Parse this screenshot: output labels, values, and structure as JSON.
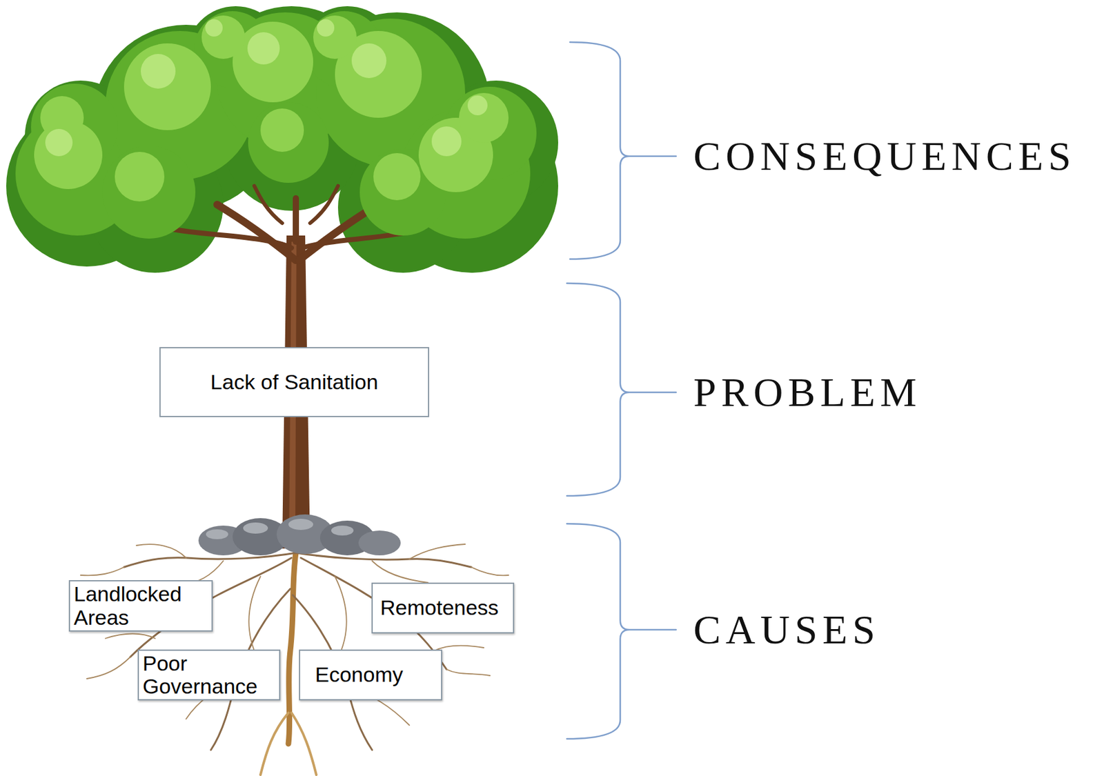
{
  "diagram": {
    "nodes": [
      {
        "text": [
          "Lack of Sanitation"
        ]
      },
      {
        "text": [
          "Landlocked Areas"
        ]
      },
      {
        "text": [
          "Remoteness"
        ]
      },
      {
        "text": [
          "Poor Governance"
        ]
      },
      {
        "text": [
          "Economy"
        ]
      }
    ],
    "labels": [
      "CONSEQUENCES",
      "PROBLEM",
      "CAUSES"
    ]
  }
}
